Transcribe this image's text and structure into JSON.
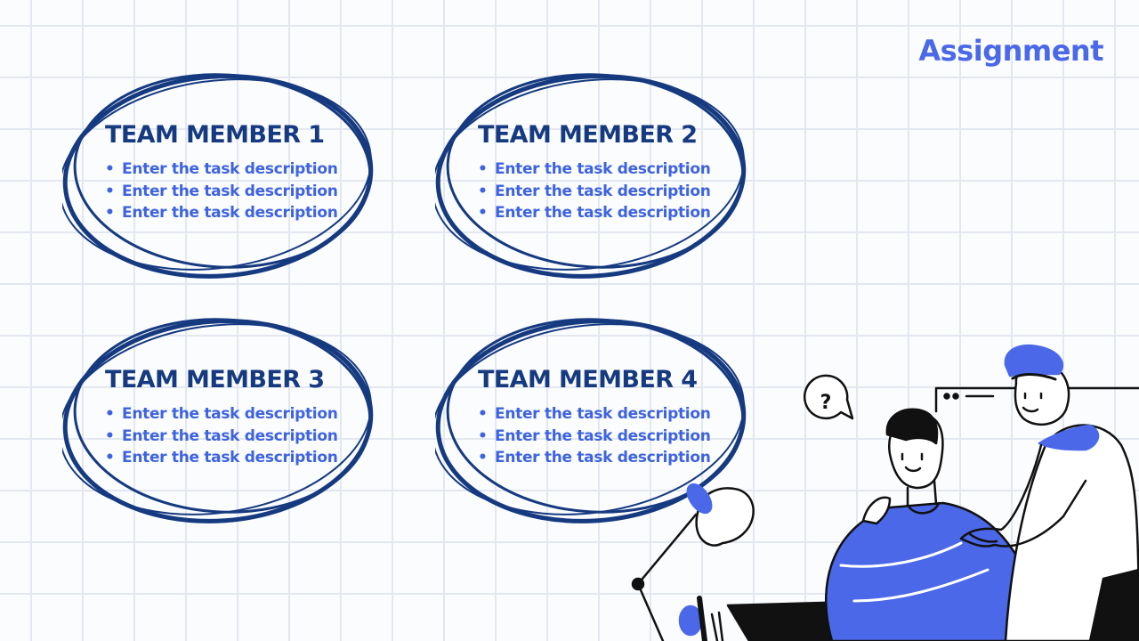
{
  "slide": {
    "title": "Assignment"
  },
  "colors": {
    "accent": "#4a68e8",
    "ring": "#163a80",
    "text": "#3d63e0"
  },
  "members": [
    {
      "title": "TEAM MEMBER 1",
      "tasks": [
        "Enter the task description",
        "Enter the task description",
        "Enter the task description"
      ]
    },
    {
      "title": "TEAM MEMBER 2",
      "tasks": [
        "Enter the task description",
        "Enter the task description",
        "Enter the task description"
      ]
    },
    {
      "title": "TEAM MEMBER 3",
      "tasks": [
        "Enter the task description",
        "Enter the task description",
        "Enter the task description"
      ]
    },
    {
      "title": "TEAM MEMBER 4",
      "tasks": [
        "Enter the task description",
        "Enter the task description",
        "Enter the task description"
      ]
    }
  ],
  "illustration": {
    "speech_bubble": "?"
  }
}
